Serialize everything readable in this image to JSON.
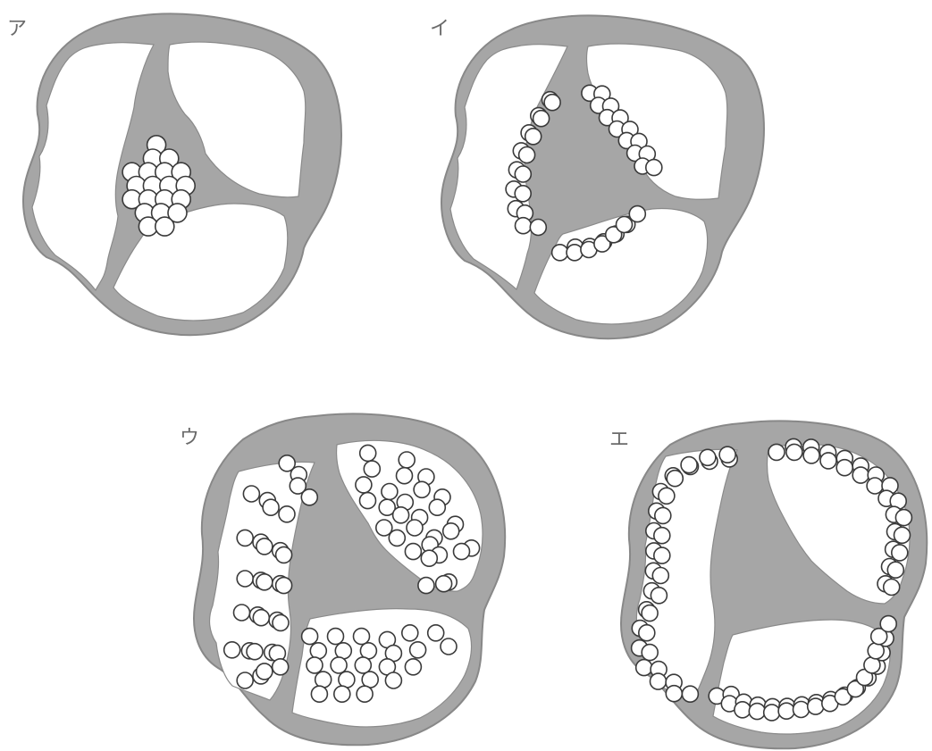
{
  "panels": [
    {
      "label": "ア",
      "placement": "central"
    },
    {
      "label": "イ",
      "placement": "central-boundary"
    },
    {
      "label": "ウ",
      "placement": "parietal-rows"
    },
    {
      "label": "エ",
      "placement": "parietal-wall"
    }
  ],
  "colors": {
    "tissue": "#a6a6a6",
    "wall_outline": "#888888",
    "locule": "#ffffff",
    "ovule_fill": "#ffffff",
    "ovule_stroke": "#3a3a3a",
    "label": "#6a6a6a"
  }
}
